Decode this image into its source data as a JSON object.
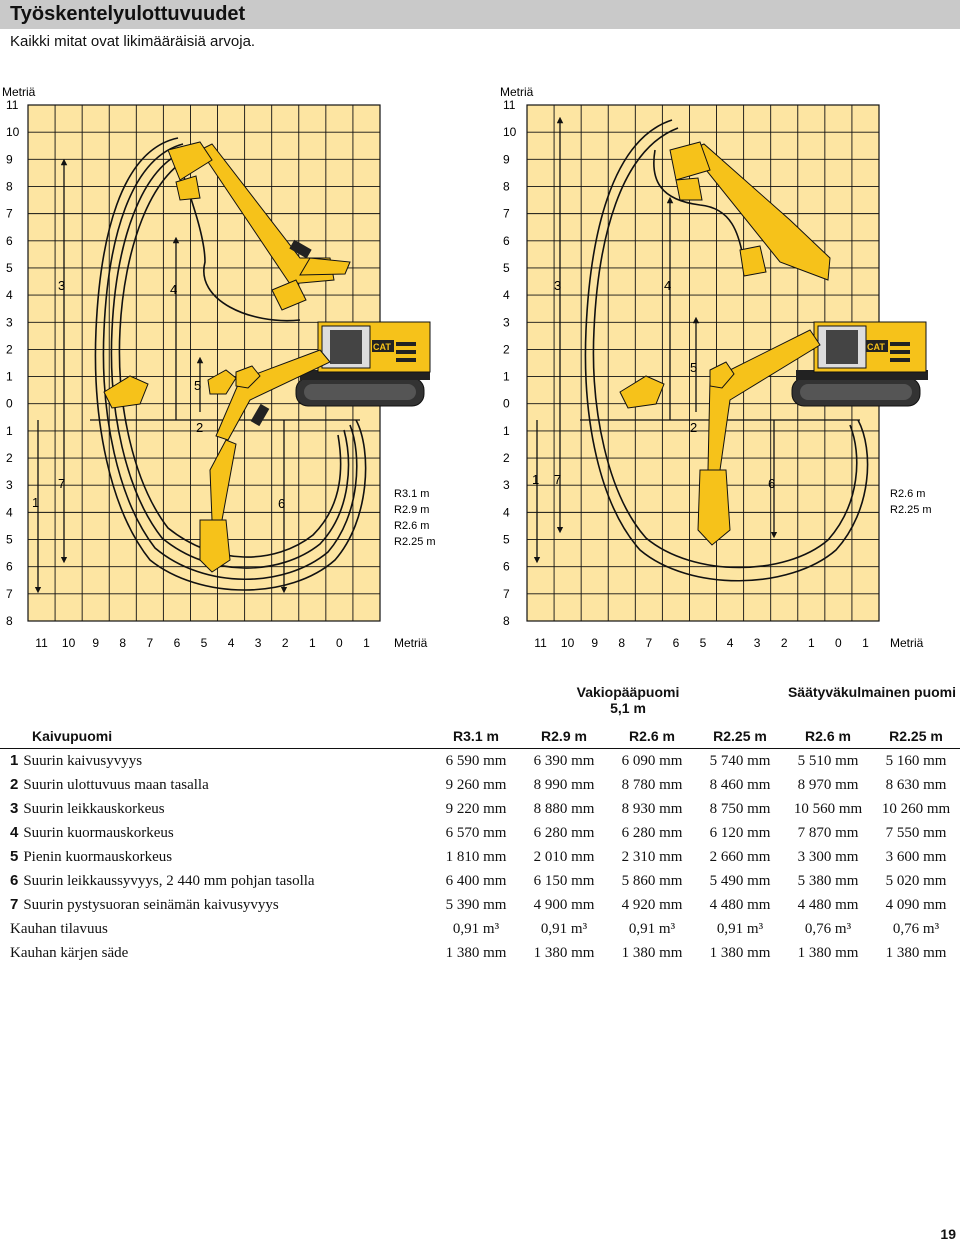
{
  "header": {
    "title": "Työskentelyulottuvuudet",
    "subtitle": "Kaikki mitat ovat likimääräisiä arvoja."
  },
  "diagrams": [
    {
      "unit_label": "Metriä",
      "y_labels": [
        "11",
        "10",
        "9",
        "8",
        "7",
        "6",
        "5",
        "4",
        "3",
        "2",
        "1",
        "0",
        "1",
        "2",
        "3",
        "4",
        "5",
        "6",
        "7",
        "8"
      ],
      "x_labels": [
        "11",
        "10",
        "9",
        "8",
        "7",
        "6",
        "5",
        "4",
        "3",
        "2",
        "1",
        "0",
        "1"
      ],
      "x_unit": "Metriä",
      "stick_labels": [
        "R3.1 m",
        "R2.9 m",
        "R2.6 m",
        "R2.25 m"
      ],
      "markers": [
        "1",
        "2",
        "3",
        "4",
        "5",
        "6",
        "7"
      ],
      "brand": "CAT"
    },
    {
      "unit_label": "Metriä",
      "y_labels": [
        "11",
        "10",
        "9",
        "8",
        "7",
        "6",
        "5",
        "4",
        "3",
        "2",
        "1",
        "0",
        "1",
        "2",
        "3",
        "4",
        "5",
        "6",
        "7",
        "8"
      ],
      "x_labels": [
        "11",
        "10",
        "9",
        "8",
        "7",
        "6",
        "5",
        "4",
        "3",
        "2",
        "1",
        "0",
        "1"
      ],
      "x_unit": "Metriä",
      "stick_labels": [
        "R2.6 m",
        "R2.25 m"
      ],
      "markers": [
        "1",
        "2",
        "3",
        "4",
        "5",
        "6",
        "7"
      ],
      "brand": "CAT"
    }
  ],
  "table": {
    "group1": "Vakiopääpuomi",
    "group1_sub": "5,1 m",
    "group2": "Säätyväkulmainen puomi",
    "header_label": "Kaivupuomi",
    "columns": [
      "R3.1 m",
      "R2.9 m",
      "R2.6 m",
      "R2.25 m",
      "R2.6 m",
      "R2.25 m"
    ],
    "rows": [
      {
        "no": "1",
        "label": "Suurin kaivusyvyys",
        "values": [
          "6 590 mm",
          "6 390 mm",
          "6 090 mm",
          "5 740 mm",
          "5 510 mm",
          "5 160 mm"
        ]
      },
      {
        "no": "2",
        "label": "Suurin ulottuvuus maan tasalla",
        "values": [
          "9 260 mm",
          "8 990 mm",
          "8 780 mm",
          "8 460 mm",
          "8 970 mm",
          "8 630 mm"
        ]
      },
      {
        "no": "3",
        "label": "Suurin leikkauskorkeus",
        "values": [
          "9 220 mm",
          "8 880 mm",
          "8 930 mm",
          "8 750 mm",
          "10 560 mm",
          "10 260 mm"
        ]
      },
      {
        "no": "4",
        "label": "Suurin kuormauskorkeus",
        "values": [
          "6 570 mm",
          "6 280 mm",
          "6 280 mm",
          "6 120 mm",
          "7 870 mm",
          "7 550 mm"
        ]
      },
      {
        "no": "5",
        "label": "Pienin kuormauskorkeus",
        "values": [
          "1 810 mm",
          "2 010 mm",
          "2 310 mm",
          "2 660 mm",
          "3 300 mm",
          "3 600 mm"
        ]
      },
      {
        "no": "6",
        "label": "Suurin leikkaussyvyys, 2 440 mm pohjan tasolla",
        "values": [
          "6 400 mm",
          "6 150 mm",
          "5 860 mm",
          "5 490 mm",
          "5 380 mm",
          "5 020 mm"
        ]
      },
      {
        "no": "7",
        "label": "Suurin pystysuoran seinämän kaivusyvyys",
        "values": [
          "5 390 mm",
          "4 900 mm",
          "4 920 mm",
          "4 480 mm",
          "4 480 mm",
          "4 090 mm"
        ]
      },
      {
        "no": "",
        "label": "Kauhan tilavuus",
        "values": [
          "0,91 m³",
          "0,91 m³",
          "0,91 m³",
          "0,91 m³",
          "0,76 m³",
          "0,76 m³"
        ]
      },
      {
        "no": "",
        "label": "Kauhan kärjen säde",
        "values": [
          "1 380 mm",
          "1 380 mm",
          "1 380 mm",
          "1 380 mm",
          "1 380 mm",
          "1 380 mm"
        ]
      }
    ]
  },
  "page_number": "19",
  "colors": {
    "grid_bg": "#fde5a2",
    "machine": "#f6c21a",
    "header_band": "#c9c9c9"
  }
}
